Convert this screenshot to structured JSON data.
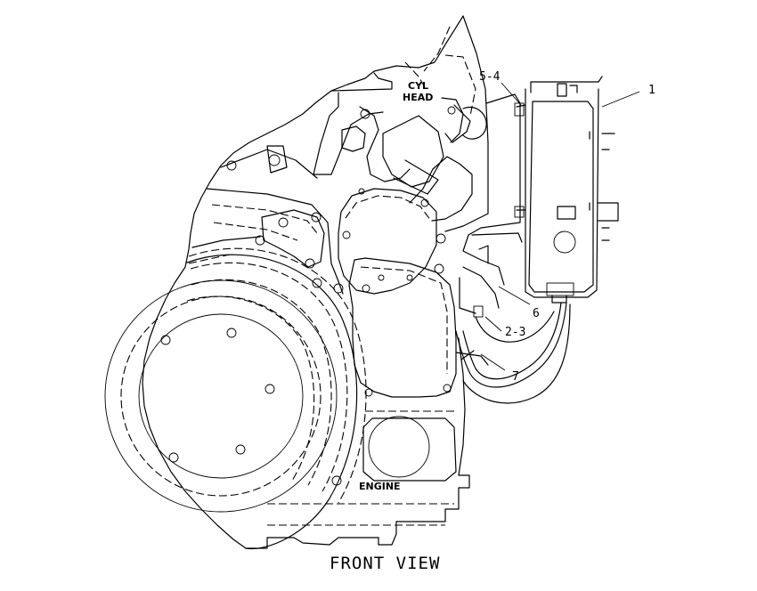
{
  "labels": {
    "cyl_head_line1": "CYL",
    "cyl_head_line2": "HEAD",
    "engine": "ENGINE",
    "view_title": "FRONT VIEW"
  },
  "callouts": {
    "c1": "1",
    "c54": "5-4",
    "c6": "6",
    "c23": "2-3",
    "c7": "7"
  }
}
